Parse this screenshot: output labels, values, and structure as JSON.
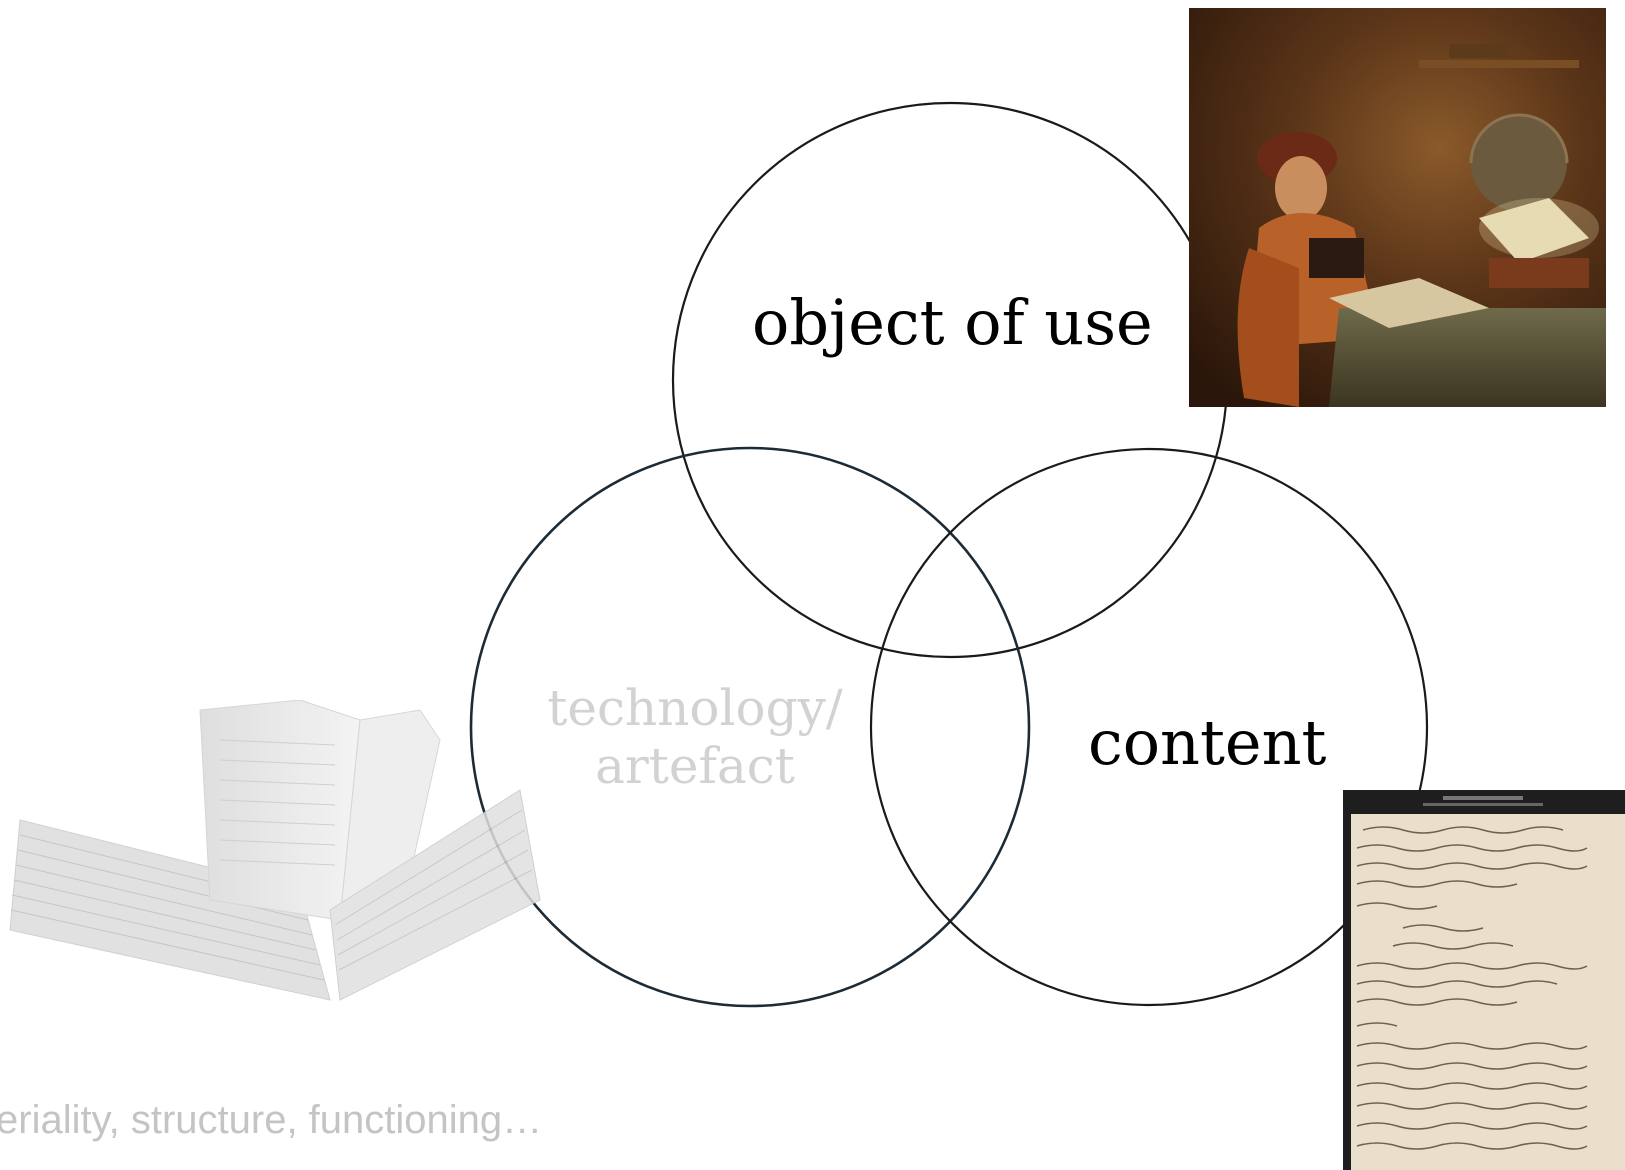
{
  "diagram": {
    "circles": [
      {
        "id": "object-of-use",
        "label": "object of use",
        "label_color": "#000000"
      },
      {
        "id": "technology-artefact",
        "label_lines": [
          "technology/",
          "artefact"
        ],
        "label_color": "#d2d2d2"
      },
      {
        "id": "content",
        "label": "content",
        "label_color": "#000000"
      }
    ],
    "stroke_color": "#1a1a1a",
    "technology_stroke_color": "#1c2b36"
  },
  "caption": {
    "text": "eriality, structure, functioning…",
    "color": "#c4c4c4"
  },
  "images": {
    "painting": {
      "icon": "scholar-painting-image"
    },
    "manuscript": {
      "icon": "handwritten-manuscript-image"
    },
    "book": {
      "icon": "open-book-image"
    }
  }
}
